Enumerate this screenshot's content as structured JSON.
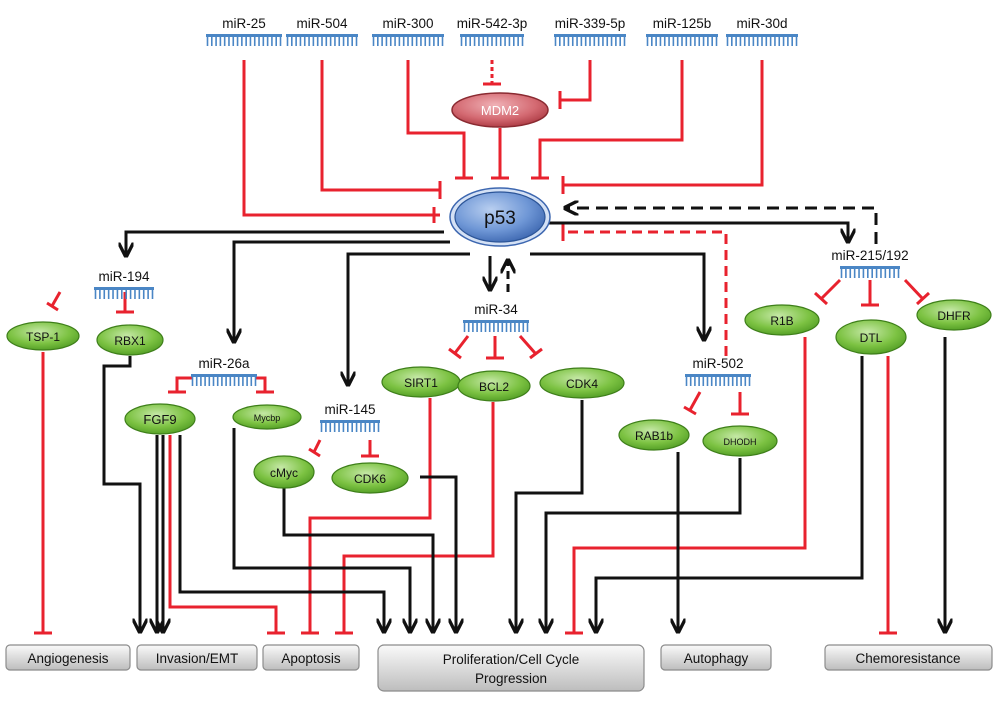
{
  "top_mirnas": [
    "miR-25",
    "miR-504",
    "miR-300",
    "miR-542-3p",
    "miR-339-5p",
    "miR-125b",
    "miR-30d"
  ],
  "hub": "p53",
  "mdm2": "MDM2",
  "mid_mirnas": {
    "mir194": "miR-194",
    "mir26a": "miR-26a",
    "mir145": "miR-145",
    "mir34": "miR-34",
    "mir502": "miR-502",
    "mir215": "miR-215/192"
  },
  "targets": {
    "tsp1": "TSP-1",
    "rbx1": "RBX1",
    "fgf9": "FGF9",
    "mycbp": "Mycbp",
    "cmyc": "cMyc",
    "cdk6": "CDK6",
    "sirt1": "SIRT1",
    "bcl2": "BCL2",
    "cdk4": "CDK4",
    "rab1b": "RAB1b",
    "dhodh": "DHODH",
    "r1b": "R1B",
    "dtl": "DTL",
    "dhfr": "DHFR"
  },
  "outcomes": {
    "angiogenesis": "Angiogenesis",
    "invasion": "Invasion/EMT",
    "apoptosis": "Apoptosis",
    "prolif1": "Proliferation/Cell Cycle",
    "prolif2": "Progression",
    "autophagy": "Autophagy",
    "chemo": "Chemoresistance"
  },
  "colors": {
    "inhibit": "#e8222e",
    "activate": "#111111",
    "mirna": "#4a86c5",
    "target_fill": "#7cc242",
    "mdm2_fill": "#c9555e",
    "p53_fill": "#5b86c9"
  }
}
